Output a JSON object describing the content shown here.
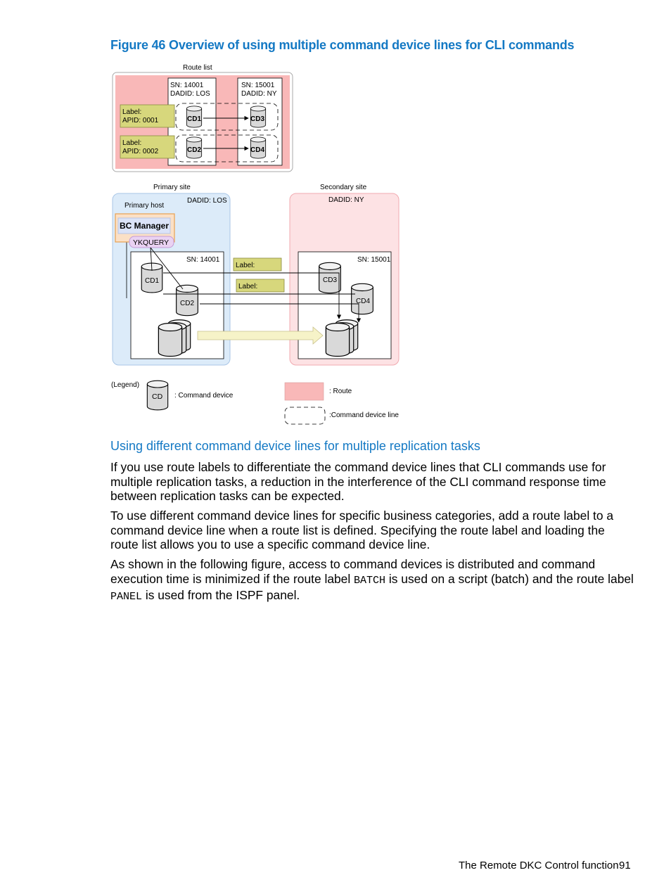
{
  "figure": {
    "caption": "Figure 46 Overview of using multiple command device lines for CLI commands",
    "route_list": {
      "title": "Route list",
      "left_header": [
        "SN: 14001",
        "DADID: LOS"
      ],
      "right_header": [
        "SN: 15001",
        "DADID: NY"
      ],
      "labels": [
        {
          "line1": "Label:",
          "line2": "APID: 0001"
        },
        {
          "line1": "Label:",
          "line2": "APID: 0002"
        }
      ],
      "devices": [
        "CD1",
        "CD3",
        "CD2",
        "CD4"
      ]
    },
    "primary_site": {
      "title": "Primary site",
      "dadid": "DADID: LOS",
      "host": "Primary host",
      "manager": "BC Manager",
      "ykquery": "YKQUERY",
      "sn": "SN: 14001",
      "devices": [
        "CD1",
        "CD2"
      ]
    },
    "secondary_site": {
      "title": "Secondary site",
      "dadid": "DADID: NY",
      "sn": "SN: 15001",
      "devices": [
        "CD3",
        "CD4"
      ]
    },
    "line_labels": [
      "Label:",
      "Label:"
    ],
    "legend": {
      "title": "(Legend)",
      "cd": "CD",
      "cd_desc": ": Command device",
      "route_desc": ": Route",
      "line_desc": ":Command device line"
    },
    "colors": {
      "route": "#f9b8b8",
      "primary_bg": "#dcebf9",
      "secondary_bg": "#fde2e4",
      "label_fill": "#d7d77c",
      "accent": "#1479c4"
    }
  },
  "section_heading": "Using different command device lines for multiple replication tasks",
  "paragraphs": {
    "p1": "If you use route labels to differentiate the command device lines that CLI commands use for multiple replication tasks, a reduction in the interference of the CLI command response time between replication tasks can be expected.",
    "p2": "To use different command device lines for specific business categories, add a route label to a command device line when a route list is defined. Specifying the route label and loading the route list allows you to use a specific command device line.",
    "p3_a": "As shown in the following figure, access to command devices is distributed and command execution time is minimized if the route label ",
    "p3_code1": "BATCH",
    "p3_b": " is used on a script (batch) and the route label ",
    "p3_code2": "PANEL",
    "p3_c": " is used from the ISPF panel."
  },
  "footer": {
    "title": "The Remote DKC Control function",
    "page": "91"
  }
}
